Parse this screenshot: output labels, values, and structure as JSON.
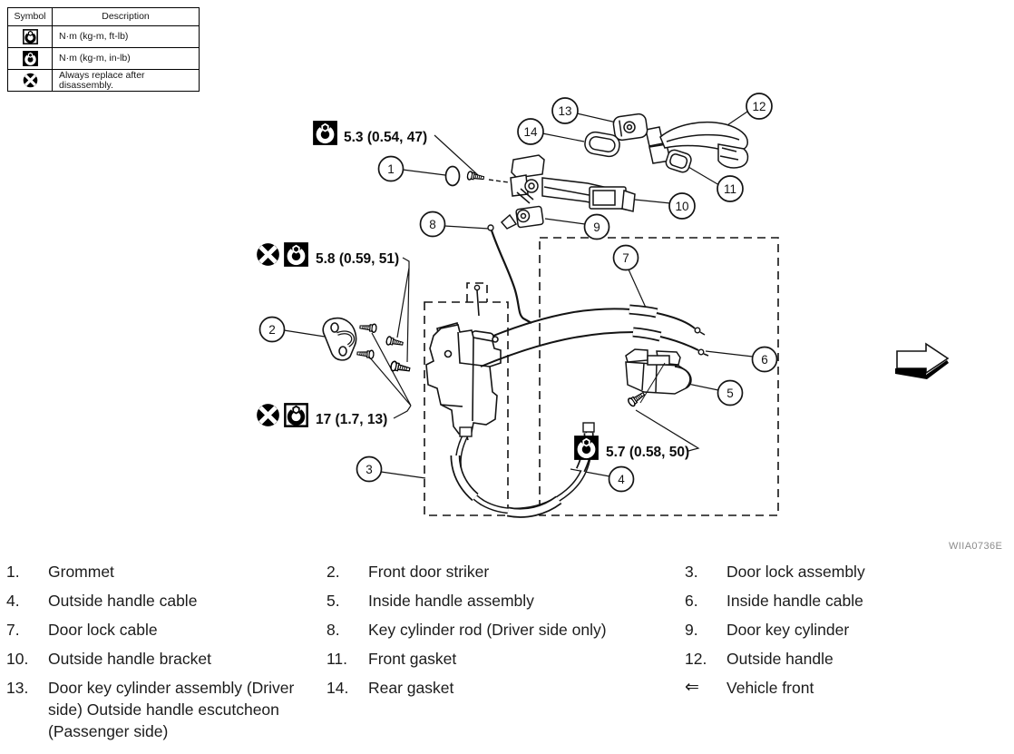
{
  "legend": {
    "col_symbol": "Symbol",
    "col_description": "Description",
    "rows": [
      {
        "icon": "torque-ftlb-icon",
        "description": "N·m (kg-m, ft-lb)"
      },
      {
        "icon": "torque-inlb-icon",
        "description": "N·m (kg-m, in-lb)"
      },
      {
        "icon": "replace-icon",
        "description": "Always replace after disassembly."
      }
    ]
  },
  "diagram": {
    "figure_code": "WIIA0736E",
    "torque": {
      "grommet_screw": "5.3 (0.54, 47)",
      "lock_screws": "5.8 (0.59, 51)",
      "striker_bolts": "17 (1.7, 13)",
      "inside_handle_screw": "5.7 (0.58, 50)"
    },
    "callouts": [
      "1",
      "2",
      "3",
      "4",
      "5",
      "6",
      "7",
      "8",
      "9",
      "10",
      "11",
      "12",
      "13",
      "14"
    ]
  },
  "parts": [
    {
      "num": "1.",
      "label": "Grommet"
    },
    {
      "num": "2.",
      "label": "Front door striker"
    },
    {
      "num": "3.",
      "label": "Door lock assembly"
    },
    {
      "num": "4.",
      "label": "Outside handle cable"
    },
    {
      "num": "5.",
      "label": "Inside handle assembly"
    },
    {
      "num": "6.",
      "label": "Inside handle cable"
    },
    {
      "num": "7.",
      "label": "Door lock cable"
    },
    {
      "num": "8.",
      "label": "Key cylinder rod (Driver side only)"
    },
    {
      "num": "9.",
      "label": "Door key cylinder"
    },
    {
      "num": "10.",
      "label": "Outside handle bracket"
    },
    {
      "num": "11.",
      "label": "Front gasket"
    },
    {
      "num": "12.",
      "label": "Outside handle"
    },
    {
      "num": "13.",
      "label": "Door key cylinder assembly (Driver side) Outside handle escutcheon (Passenger side)"
    },
    {
      "num": "14.",
      "label": "Rear gasket"
    },
    {
      "num": "⇐",
      "label": "Vehicle front"
    }
  ]
}
